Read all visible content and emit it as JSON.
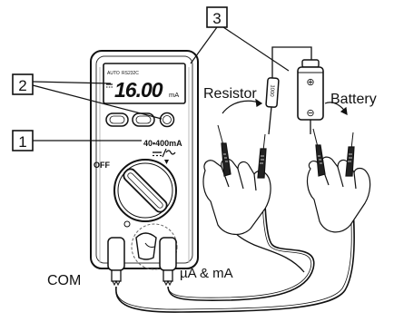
{
  "callouts": [
    "1",
    "2",
    "3"
  ],
  "meter": {
    "lcd_auto": "AUTO",
    "lcd_rs232": "RS232C",
    "lcd_reading": "16.00",
    "lcd_unit": "mA",
    "range_label": "40•400mA",
    "off_label": "OFF"
  },
  "resistor_code": "1000",
  "battery_plus": "⊕",
  "battery_minus": "⊖",
  "labels": {
    "resistor": "Resistor",
    "battery": "Battery",
    "com": "COM",
    "ua_ma": "µA & mA"
  }
}
